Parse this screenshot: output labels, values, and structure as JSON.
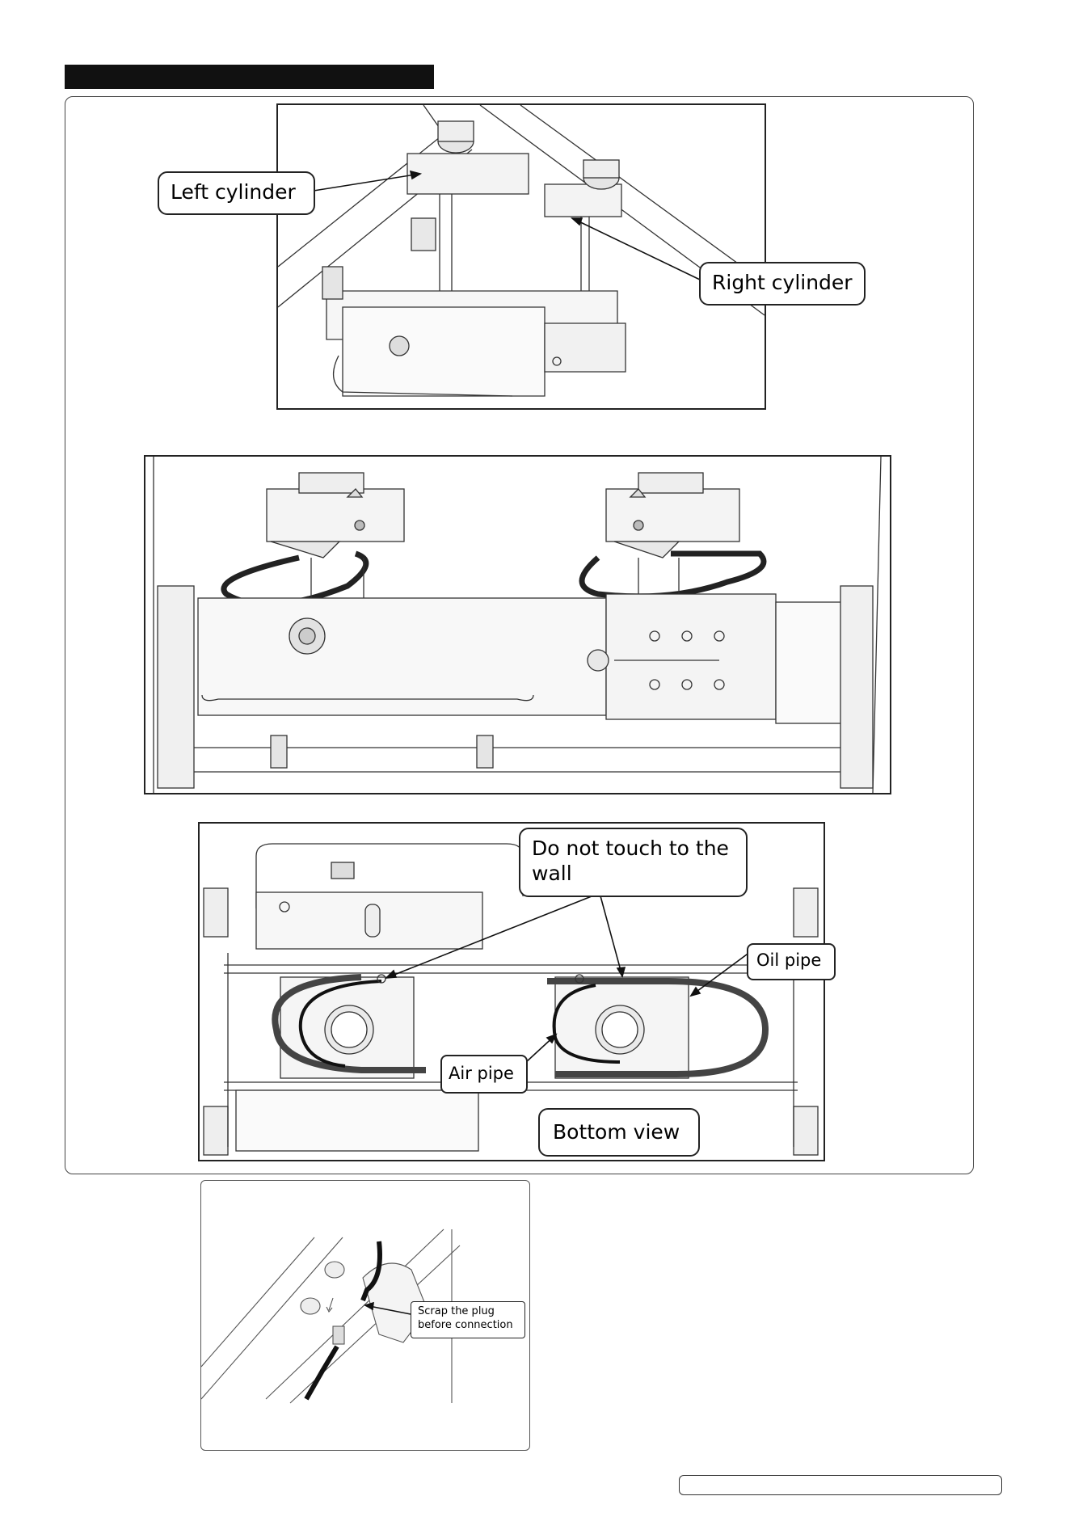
{
  "callouts": {
    "left_cylinder": "Left cylinder",
    "right_cylinder": "Right cylinder",
    "do_not_touch": "Do not touch to the wall",
    "oil_pipe": "Oil pipe",
    "air_pipe": "Air pipe",
    "bottom_view": "Bottom view",
    "scrap_plug": "Scrap the plug before connection"
  }
}
